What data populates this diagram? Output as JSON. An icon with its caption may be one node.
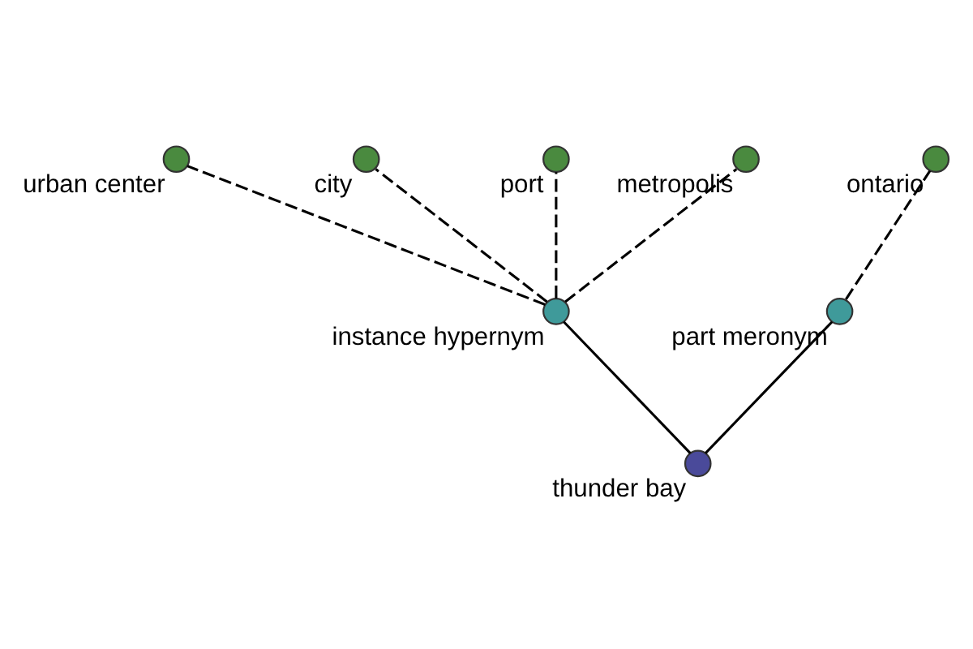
{
  "diagram": {
    "nodes": [
      {
        "text": [
          "urban center"
        ]
      },
      {
        "text": [
          "city"
        ]
      },
      {
        "text": [
          "port"
        ]
      },
      {
        "text": [
          "metropolis"
        ]
      },
      {
        "text": [
          "instance hypernym"
        ]
      },
      {
        "text": [
          "thunder bay"
        ]
      },
      {
        "text": [
          "part meronym"
        ]
      },
      {
        "text": [
          "ontario"
        ]
      }
    ],
    "edges": [
      {
        "from": 4,
        "to": 0,
        "arrow": "none",
        "style": "dashed"
      },
      {
        "from": 4,
        "to": 1,
        "arrow": "none",
        "style": "dashed"
      },
      {
        "from": 4,
        "to": 2,
        "arrow": "none",
        "style": "dashed"
      },
      {
        "from": 4,
        "to": 3,
        "arrow": "none",
        "style": "dashed"
      },
      {
        "from": 5,
        "to": 4,
        "arrow": "none"
      },
      {
        "from": 5,
        "to": 6,
        "arrow": "none"
      },
      {
        "from": 6,
        "to": 7,
        "arrow": "none",
        "style": "dashed"
      }
    ]
  }
}
